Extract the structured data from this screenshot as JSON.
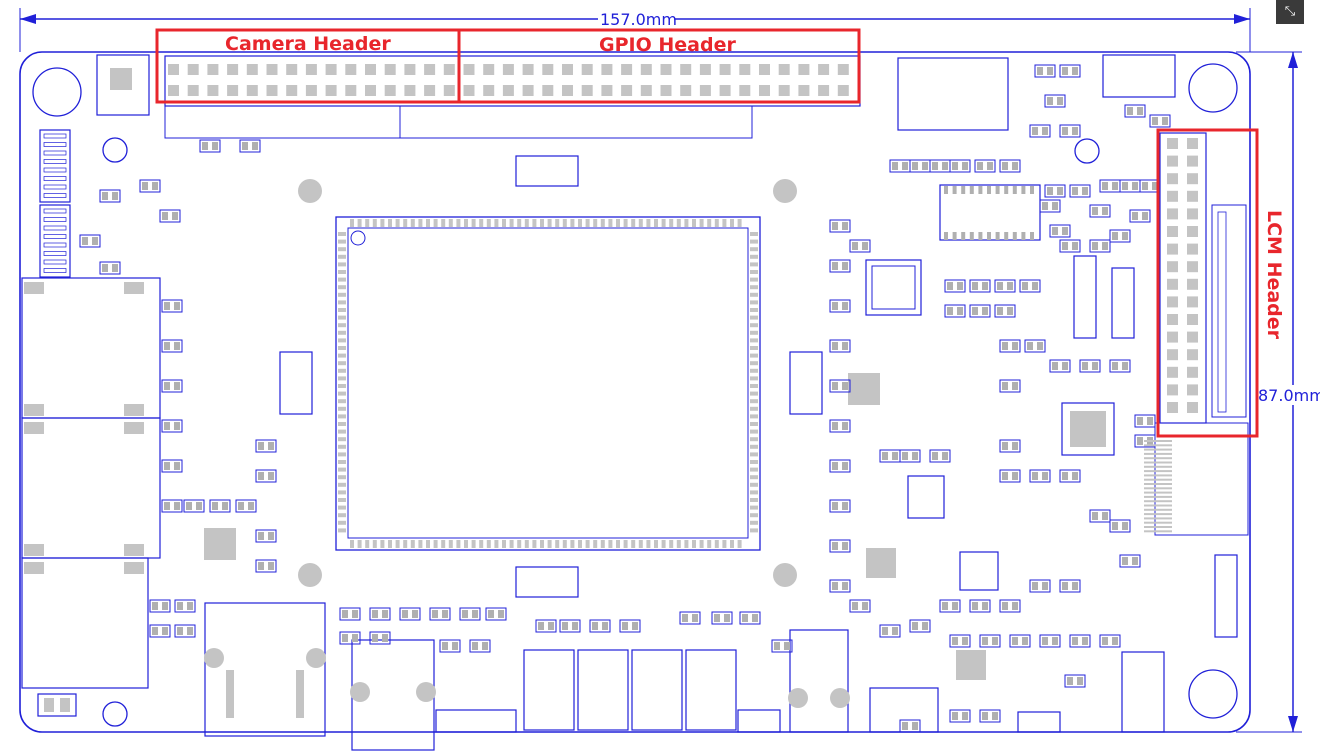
{
  "dimensions": {
    "width_label": "157.0mm",
    "height_label": "87.0mm"
  },
  "headers": {
    "camera": "Camera Header",
    "gpio": "GPIO Header",
    "lcm": "LCM Header"
  },
  "colors": {
    "outline": "#2020d8",
    "pad": "#c4c4c4",
    "highlight": "#e8262c",
    "background": "#ffffff"
  },
  "controls": {
    "expand_icon": "collapse-arrows-icon"
  }
}
